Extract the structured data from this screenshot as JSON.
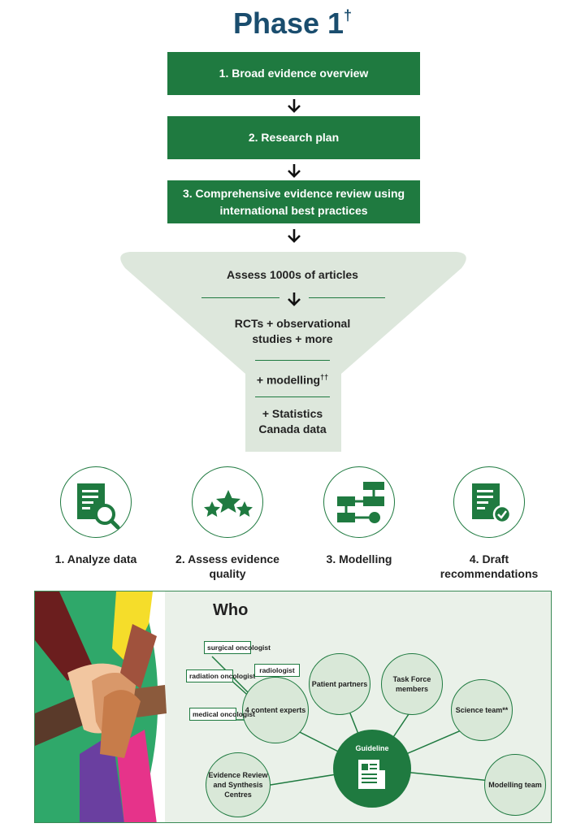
{
  "title": {
    "text": "Phase 1",
    "mark": "†"
  },
  "steps": [
    "1. Broad evidence overview",
    "2. Research plan",
    "3. Comprehensive evidence review using international best practices"
  ],
  "funnel": {
    "assess": "Assess 1000s of articles",
    "rcts_line1": "RCTs + observational",
    "rcts_line2": "studies + more",
    "modelling": "+ modelling",
    "modelling_mark": "††",
    "stats_line1": "+ Statistics",
    "stats_line2": "Canada data"
  },
  "activities": [
    {
      "label_line1": "1. Analyze data",
      "label_line2": "",
      "icon": "document-magnifier-icon"
    },
    {
      "label_line1": "2. Assess evidence",
      "label_line2": "quality",
      "icon": "stars-icon"
    },
    {
      "label_line1": "3. Modelling",
      "label_line2": "",
      "icon": "flowchart-icon"
    },
    {
      "label_line1": "4. Draft",
      "label_line2": "recommendations",
      "icon": "document-check-icon"
    }
  ],
  "who": {
    "title": "Who",
    "center": "Guideline",
    "content_experts": "4 content experts",
    "tags": {
      "surgical": "surgical oncologist",
      "radiation": "radiation oncologist",
      "radiologist": "radiologist",
      "medical": "medical oncologist"
    },
    "patient": "Patient partners",
    "taskforce": "Task Force members",
    "science": "Science team**",
    "modelling": "Modelling team",
    "evidence": "Evidence Review and Synthesis Centres"
  },
  "colors": {
    "primary_green": "#1f7a40",
    "title_blue": "#1a4d6e",
    "funnel_fill": "#dde7dc",
    "node_fill": "#d9e8d8",
    "panel_bg": "#eaf1e9",
    "photo_green": "#2fa86a"
  }
}
